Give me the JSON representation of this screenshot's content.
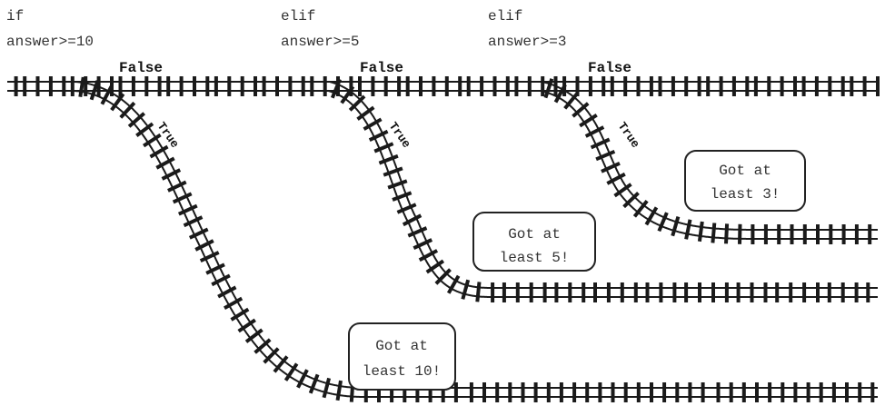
{
  "conditions": [
    {
      "keyword": "if",
      "expr": "answer>=10"
    },
    {
      "keyword": "elif",
      "expr": "answer>=5"
    },
    {
      "keyword": "elif",
      "expr": "answer>=3"
    }
  ],
  "branches": {
    "false_label": "False",
    "true_label": "True"
  },
  "results": [
    {
      "line1": "Got at",
      "line2": "least 10!"
    },
    {
      "line1": "Got at",
      "line2": "least 5!"
    },
    {
      "line1": "Got at",
      "line2": "least 3!"
    }
  ],
  "colors": {
    "track": "#1a1a1a",
    "text": "#333333",
    "background": "#ffffff"
  }
}
